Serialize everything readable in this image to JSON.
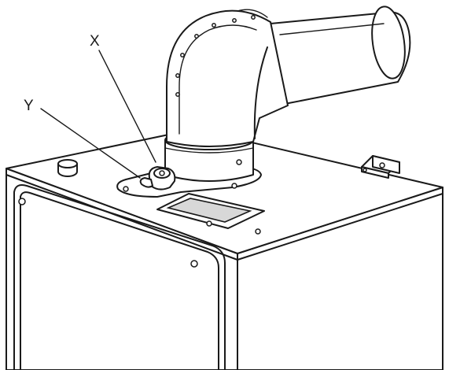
{
  "diagram": {
    "callouts": [
      {
        "id": "x",
        "label": "X"
      },
      {
        "id": "y",
        "label": "Y"
      }
    ]
  }
}
